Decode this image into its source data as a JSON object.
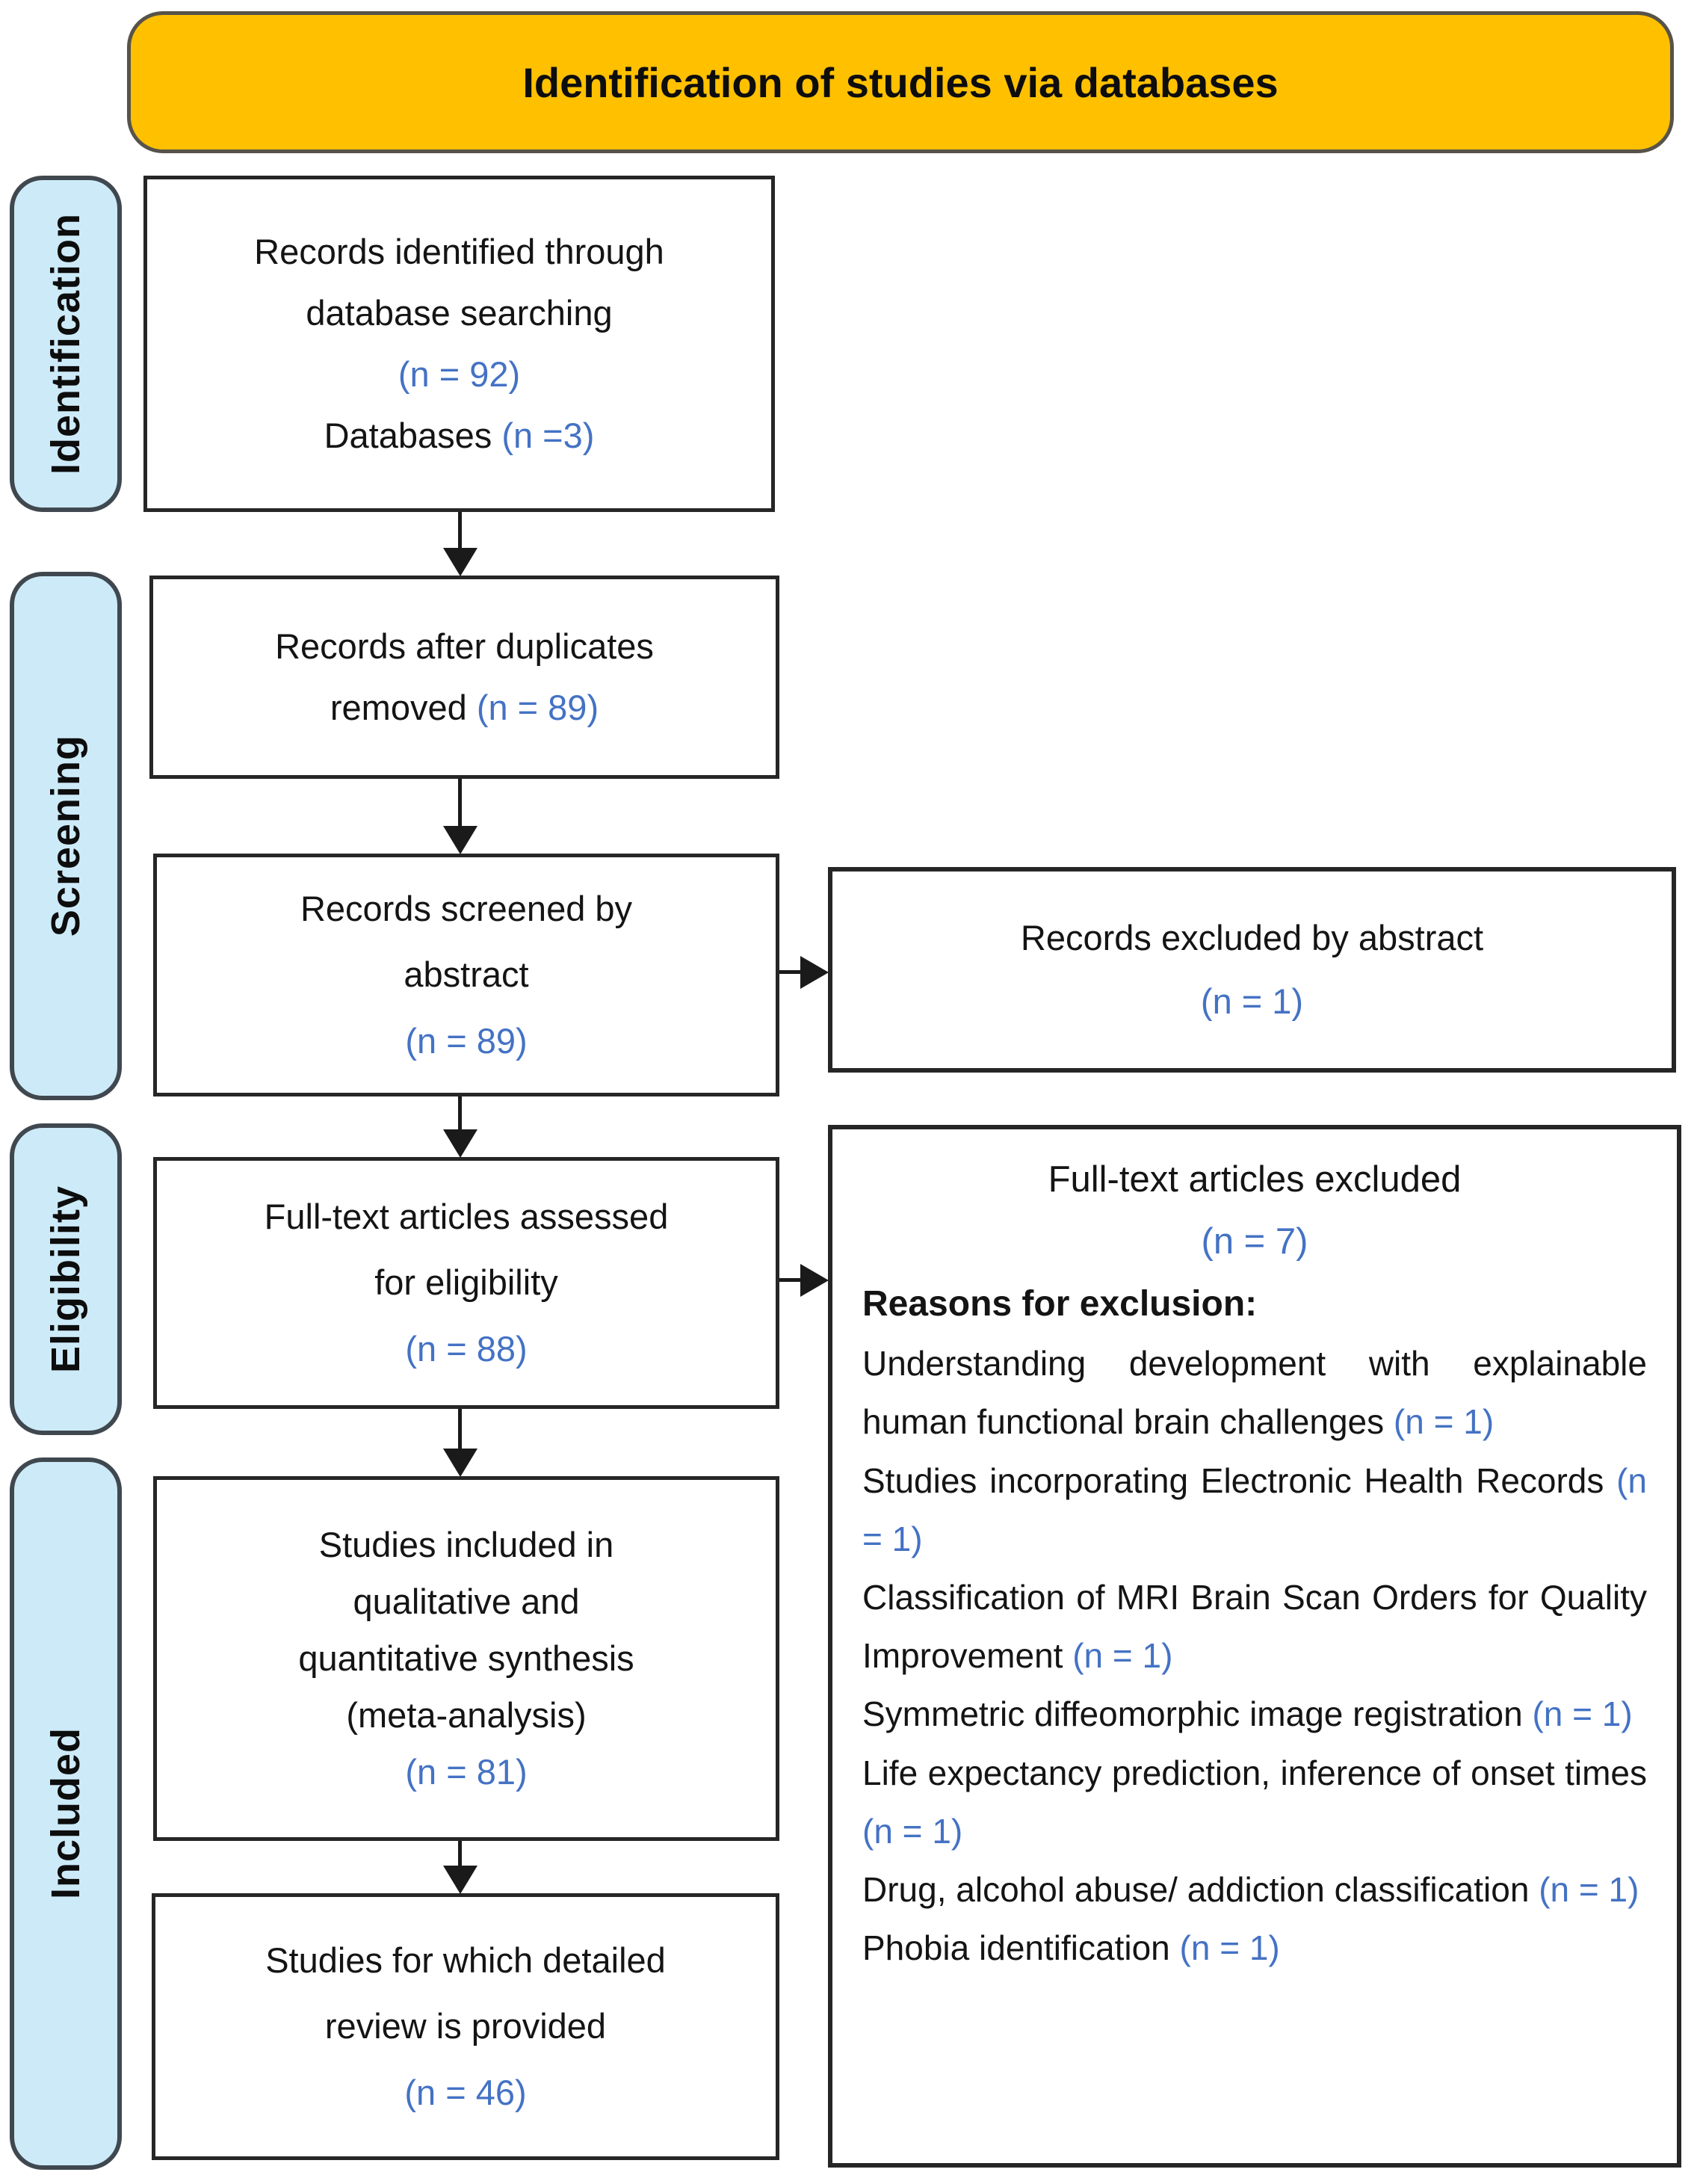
{
  "banner": {
    "title": "Identification of studies via databases"
  },
  "colors": {
    "banner_fill": "#FFC000",
    "stage_fill": "#CDEAF8",
    "accent_blue": "#4472C4"
  },
  "stages": {
    "identification": "Identification",
    "screening": "Screening",
    "eligibility": "Eligibility",
    "included": "Included"
  },
  "flow": {
    "identified": {
      "l1": "Records identified through",
      "l2": "database searching",
      "n": "(n = 92)",
      "db_label": "Databases ",
      "db_n": "(n =3)"
    },
    "duplicates": {
      "l1": "Records after duplicates",
      "l2": "removed ",
      "n": "(n = 89)"
    },
    "screened": {
      "l1": "Records screened by",
      "l2": "abstract",
      "n": "(n = 89)"
    },
    "fulltext": {
      "l1": "Full-text articles assessed",
      "l2": "for eligibility",
      "n": "(n = 88)"
    },
    "synthesis": {
      "l1": "Studies included in",
      "l2": "qualitative and",
      "l3": "quantitative synthesis",
      "l4": "(meta-analysis)",
      "n": "(n = 81)"
    },
    "detailed": {
      "l1": "Studies for which detailed",
      "l2": "review is provided",
      "n": "(n = 46)"
    }
  },
  "excluded_abstract": {
    "l1": "Records excluded by abstract",
    "n": "(n = 1)"
  },
  "excluded_fulltext": {
    "title": "Full-text articles excluded",
    "n": "(n = 7)",
    "reasons_heading": "Reasons for exclusion:",
    "reasons": [
      {
        "text": "Understanding development with explainable human functional brain challenges ",
        "n": "(n = 1)"
      },
      {
        "text": "Studies incorporating Electronic Health Records ",
        "n": "(n = 1)"
      },
      {
        "text": "Classification of MRI Brain Scan Orders for Quality Improvement ",
        "n": "(n = 1)"
      },
      {
        "text": "Symmetric diffeomorphic image registration ",
        "n": "(n = 1)"
      },
      {
        "text": "Life expectancy prediction, inference of onset times ",
        "n": "(n = 1)"
      },
      {
        "text": "Drug, alcohol abuse/ addiction classification ",
        "n": "(n = 1)"
      },
      {
        "text": "Phobia identification ",
        "n": "(n = 1)"
      }
    ]
  }
}
